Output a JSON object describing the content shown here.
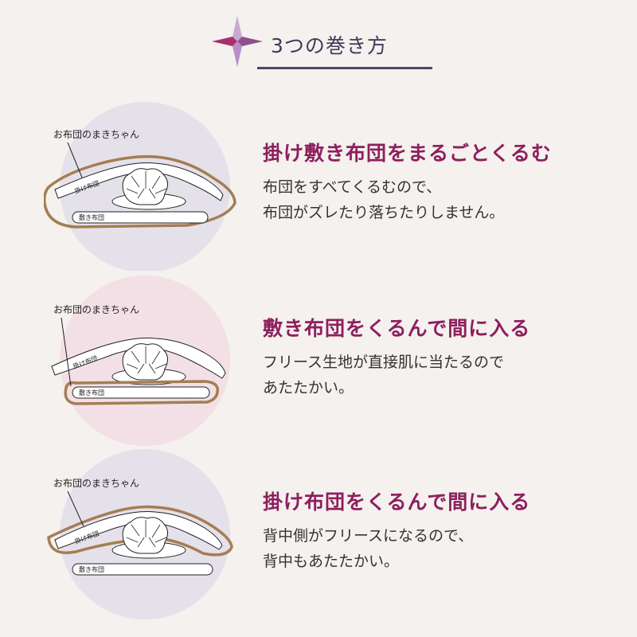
{
  "header": {
    "title": "3つの巻き方",
    "icon": "star-icon"
  },
  "colors": {
    "accent": "#8e1f5e",
    "navy": "#4a4768",
    "futon_outline": "#a47d52",
    "circle_lavender": "#e5e1ea",
    "circle_pink": "#f2e0e6"
  },
  "methods": [
    {
      "caption": "お布団のまきちゃん",
      "kake_label": "掛け布団",
      "shiki_label": "敷き布団",
      "title": "掛け敷き布団をまるごとくるむ",
      "desc": [
        "布団をすべてくるむので、",
        "布団がズレたり落ちたりしません。"
      ]
    },
    {
      "caption": "お布団のまきちゃん",
      "kake_label": "掛け布団",
      "shiki_label": "敷き布団",
      "title": "敷き布団をくるんで間に入る",
      "desc": [
        "フリース生地が直接肌に当たるので",
        "あたたかい。"
      ]
    },
    {
      "caption": "お布団のまきちゃん",
      "kake_label": "掛け布団",
      "shiki_label": "敷き布団",
      "title": "掛け布団をくるんで間に入る",
      "desc": [
        "背中側がフリースになるので、",
        "背中もあたたかい。"
      ]
    }
  ]
}
